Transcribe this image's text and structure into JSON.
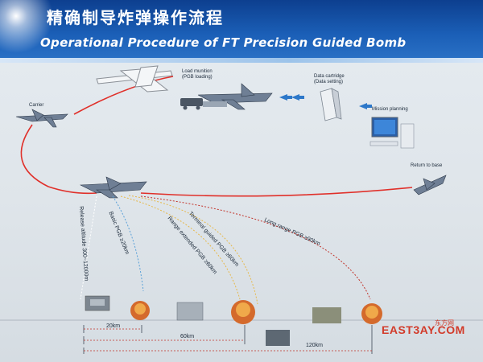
{
  "header": {
    "title_cn": "精确制导炸弹操作流程",
    "title_en": "Operational Procedure of FT Precision Guided Bomb"
  },
  "steps": {
    "mission_planning": "Mission planning",
    "data_cartridge": "Data cartridge",
    "data_setting": "(Data setting)",
    "load_munition": "Load munition",
    "pgb_loading": "(PGB loading)",
    "carrier": "Carrier",
    "return_to_base": "Return to base"
  },
  "weapons": {
    "release_altitude": "Release altitude 300~12000m",
    "basic_pgb": "Basic PGB ≥20km",
    "range_extended": "Range extended PGB ≥60km",
    "terminal_guided": "Terminal guided PGB ≥60km",
    "long_range": "Long range PGB ≥90km"
  },
  "distances": {
    "d20": "20km",
    "d60": "60km",
    "d120": "120km"
  },
  "watermark": {
    "name": "EAST3AY.COM",
    "cn": "东方网"
  },
  "colors": {
    "banner": "#1b5fb7",
    "path_red": "#e0302a",
    "dashed_blue": "#3a7fc8"
  }
}
